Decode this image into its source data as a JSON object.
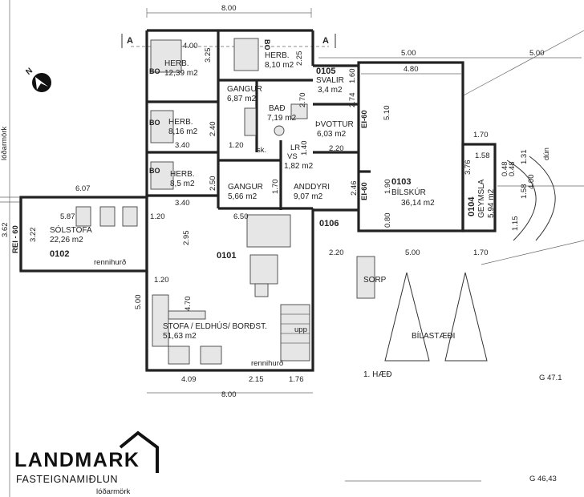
{
  "labels": {
    "compass_letter": "N",
    "section_a": "A",
    "floor_title": "1. HÆÐ",
    "g_upper": "G 47.1",
    "g_lower": "G 46,43",
    "lodarmork": "lóðarmörk",
    "sorp": "SORP",
    "bilastaedi": "BÍLASTÆÐI",
    "bo": "BO",
    "upp": "upp",
    "renni": "rennihurð",
    "sk": "sk.",
    "rei": "REI - 60",
    "ei": "EI-60",
    "lr": "LR",
    "vs": "VS",
    "thvottur_m2": "6,03 m2",
    "sorp_label_alt": "",
    "path_label": "dún"
  },
  "rooms": {
    "herb1_name": "HERB.",
    "herb1_area": "12,39 m2",
    "herb2_name": "HERB.",
    "herb2_area": "8,10 m2",
    "herb3_name": "HERB.",
    "herb3_area": "8,16 m2",
    "herb4_name": "HERB.",
    "herb4_area": "8,5 m2",
    "gangur1_name": "GANGUR",
    "gangur1_area": "6,87 m2",
    "bad_name": "BAÐ",
    "bad_area": "7,19 m2",
    "svalir_code": "0105",
    "svalir_name": "SVALIR",
    "svalir_area": "3,4 m2",
    "thvottur_name": "ÞVOTTUR",
    "lr_area": "1,82 m2",
    "gangur2_name": "GANGUR",
    "gangur2_area": "5,66 m2",
    "anddyri_name": "ANDDYRI",
    "anddyri_area": "9,07 m2",
    "bilskur_code": "0103",
    "bilskur_name": "BÍLSKÚR",
    "bilskur_area": "36,14 m2",
    "geymsla_code": "0104",
    "geymsla_name": "GEYMSLA",
    "geymsla_area": "5,94 m2",
    "solstofa_name": "SÓLSTOFA",
    "solstofa_area": "22,26 m2",
    "solstofa_code": "0102",
    "main_code": "0101",
    "stofa_name": "STOFA / ELDHÚS/ BORÐST.",
    "stofa_area": "51,63 m2",
    "code_0106": "0106"
  },
  "dims": {
    "d_top": "8.00",
    "d_400": "4.00",
    "d_325": "3.25",
    "d_225": "2.25",
    "d_500_right": "5.00",
    "d_500_garage": "5.00",
    "d_480": "4.80",
    "d_160": "1.60",
    "d_270": "2.70",
    "d_274": "2.74",
    "d_510": "5.10",
    "d_240": "2.40",
    "d_340a": "3.40",
    "d_120a": "1.20",
    "d_220a": "2.20",
    "d_170a": "1.70",
    "d_158": "1.58",
    "d_376": "3.76",
    "d_048a": "0.48",
    "d_048b": "0.48",
    "d_131": "1.31",
    "d_400b": "4.00",
    "d_140": "1.40",
    "d_607": "6.07",
    "d_250": "2.50",
    "d_340b": "3.40",
    "d_170b": "1.70",
    "d_246": "2.46",
    "d_190": "1.90",
    "d_080": "0.80",
    "d_158b": "1.58",
    "d_115": "1.15",
    "d_362": "3.62",
    "d_322": "3.22",
    "d_587": "5.87",
    "d_120b": "1.20",
    "d_650": "6.50",
    "d_295": "2.95",
    "d_220b": "2.20",
    "d_500_bottom": "5.00",
    "d_170c": "1.70",
    "d_120c": "1.20",
    "d_470": "4.70",
    "d_500_left": "5.00",
    "d_409": "4.09",
    "d_215": "2.15",
    "d_176": "1.76",
    "d_bottom": "8.00"
  },
  "logo": {
    "name": "LANDMARK",
    "subtitle": "FASTEIGNAMIÐLUN"
  }
}
